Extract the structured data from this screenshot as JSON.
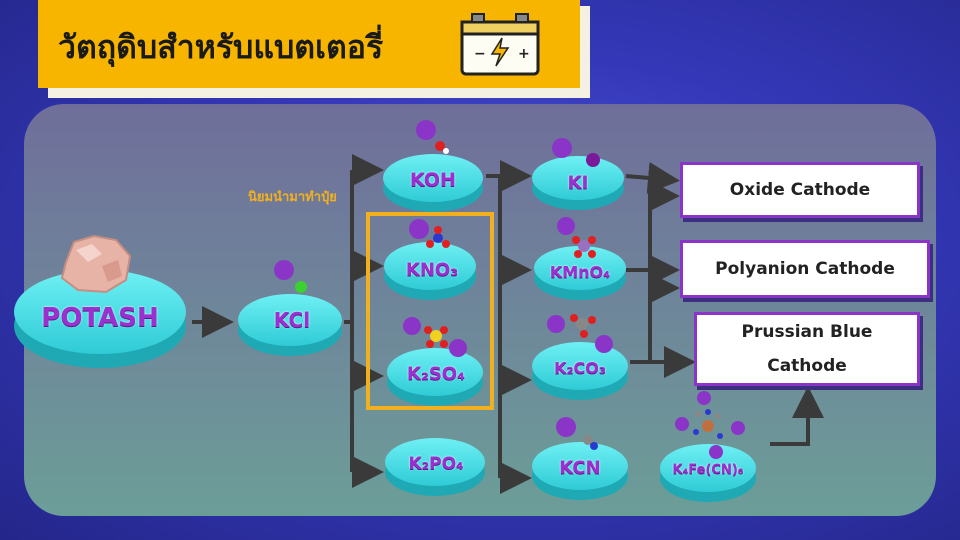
{
  "title": "วัตถุดิบสำหรับแบตเตอรี่",
  "note": "นิยมนำมาทำปุ๋ย",
  "nodes": {
    "potash": "POTASH",
    "kcl": "KCl",
    "koh": "KOH",
    "kno3": "KNO₃",
    "k2so4": "K₂SO₄",
    "k2po4": "K₂PO₄",
    "ki": "KI",
    "kmno4": "KMnO₄",
    "k2co3": "K₂CO₃",
    "kcn": "KCN",
    "k4fecn6": "K₄Fe(CN)₆"
  },
  "outputs": {
    "oxide": "Oxide Cathode",
    "polyanion": "Polyanion Cathode",
    "prussian_line1": "Prussian Blue",
    "prussian_line2": "Cathode"
  },
  "colors": {
    "title_bg": "#f7b500",
    "disc": "#35d6df",
    "label": "#9b2fd0",
    "highlight": "#f2b01e",
    "box_border": "#8a35c8"
  }
}
